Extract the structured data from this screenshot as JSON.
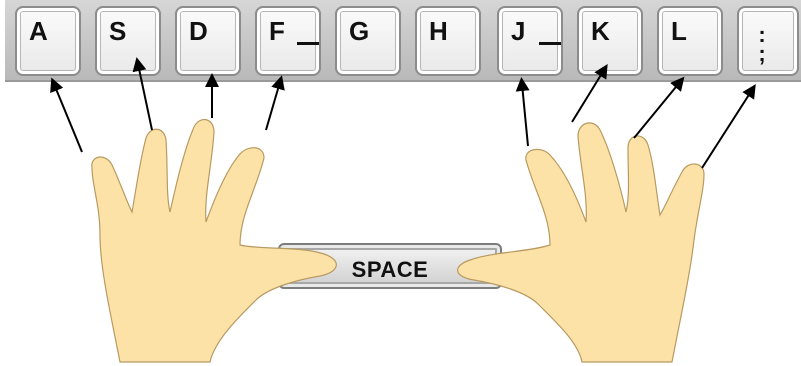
{
  "home_row_keys": [
    {
      "id": "a",
      "label": "A"
    },
    {
      "id": "s",
      "label": "S"
    },
    {
      "id": "d",
      "label": "D"
    },
    {
      "id": "f",
      "label": "F"
    },
    {
      "id": "g",
      "label": "G"
    },
    {
      "id": "h",
      "label": "H"
    },
    {
      "id": "j",
      "label": "J"
    },
    {
      "id": "k",
      "label": "K"
    },
    {
      "id": "l",
      "label": "L"
    }
  ],
  "semicolon_key": {
    "label": ";"
  },
  "space_key": {
    "label": "SPACE"
  },
  "colors": {
    "skin": "#fde2a8",
    "skin_outline": "#b89a61",
    "key_face": "#f2f2f2",
    "arrow": "#000000"
  }
}
